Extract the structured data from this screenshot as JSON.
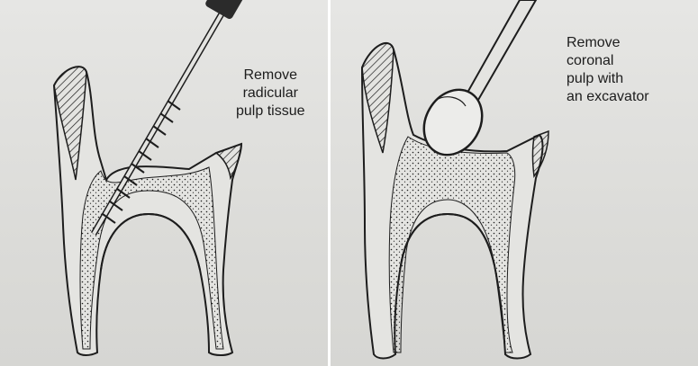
{
  "panels": [
    {
      "caption_lines": [
        "Remove",
        "radicular",
        "pulp tissue"
      ]
    },
    {
      "caption_lines": [
        "Remove",
        "coronal",
        "pulp with",
        "an excavator"
      ]
    }
  ],
  "colors": {
    "ink": "#1d1d1d",
    "paper": "#e0e0dd",
    "divider": "#ffffff"
  }
}
